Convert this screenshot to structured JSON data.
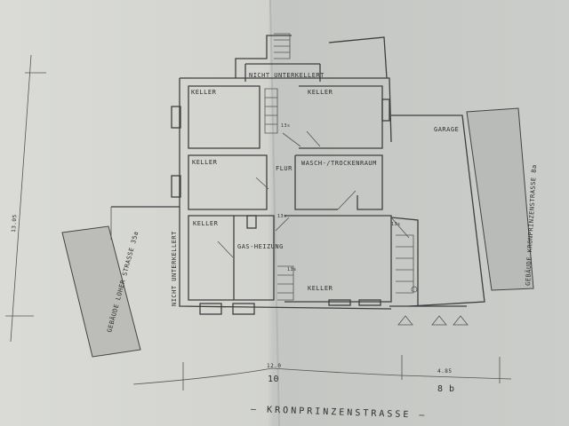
{
  "plan": {
    "rooms": {
      "nicht_unterkellert_top": "NICHT UNTERKELLERT",
      "keller_top_left": "KELLER",
      "keller_top_right": "KELLER",
      "keller_mid_left": "KELLER",
      "keller_bottom_left": "KELLER",
      "keller_bottom_right": "KELLER",
      "flur": "FLUR",
      "wasch_trockenraum": "WASCH-/TROCKENRAUM",
      "gas_heizung": "GAS-HEIZUNG",
      "garage": "GARAGE",
      "nicht_unterkellert_side": "NICHT UNTERKELLERT"
    },
    "stairs_label": "13s",
    "neighbors": {
      "left": "GEBÄUDE LOHER STRASSE 35a",
      "right": "GEBÄUDE KRONPRINZENSTRASSE 8a"
    },
    "dimensions": {
      "depth": "13.05",
      "width_left": "12.0",
      "width_right": "4.85"
    },
    "house_numbers": {
      "left": "10",
      "right": "8 b"
    },
    "street": "– KRONPRINZENSTRASSE –"
  }
}
